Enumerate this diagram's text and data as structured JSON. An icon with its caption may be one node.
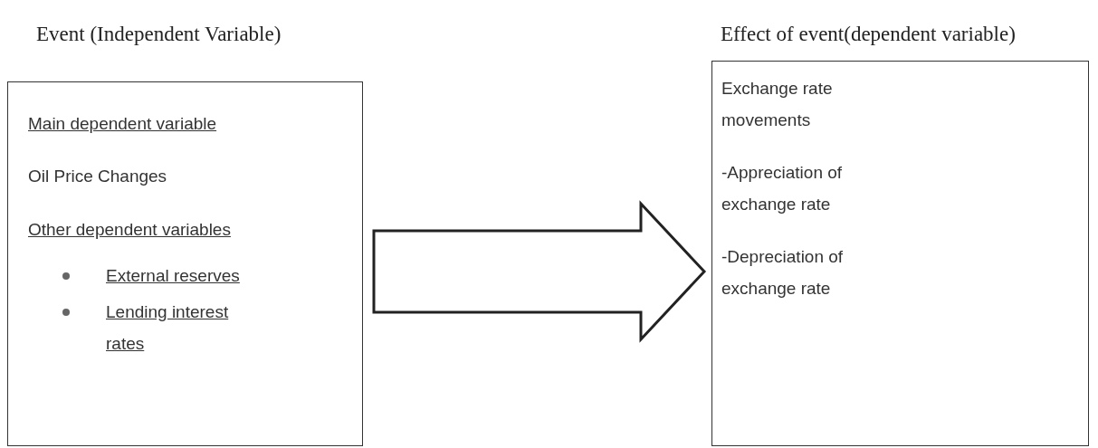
{
  "diagram": {
    "nodes": [
      {
        "text": [
          "Event (Independent Variable)",
          "Main dependent variable",
          "Oil Price Changes",
          "Other dependent variables",
          "External reserves",
          "Lending interest rates"
        ]
      },
      {
        "text": [
          "Effect of event(dependent variable)",
          "Exchange rate movements",
          "-Appreciation of exchange rate",
          "-Depreciation of exchange rate"
        ]
      }
    ],
    "edges": [
      {
        "from": 0,
        "to": 1,
        "arrow": "to"
      }
    ]
  }
}
